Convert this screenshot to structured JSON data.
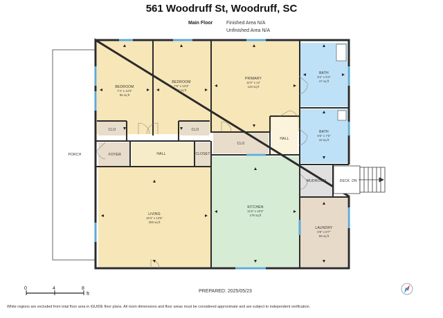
{
  "header": {
    "title": "561 Woodruff St, Woodruff, SC",
    "floor_label": "Main Floor",
    "finished_area": "Finished Area N/A",
    "unfinished_area": "Unfinished Area N/A"
  },
  "rooms": {
    "bedroom1": {
      "name": "BEDROOM",
      "dims": "7'4\" x 13'3\"",
      "area": "96 sq ft"
    },
    "bedroom2": {
      "name": "BEDROOM",
      "dims": "7'6\" x 13'3\"",
      "area": "97 sq ft"
    },
    "primary": {
      "name": "PRIMARY",
      "dims": "11'0\" x 12'",
      "area": "133 sq ft"
    },
    "bath1": {
      "name": "BATH",
      "dims": "6'2\" x 9'3\"",
      "area": "47 sq ft"
    },
    "bath2": {
      "name": "BATH",
      "dims": "6'5\" x 7'6\"",
      "area": "43 sq ft"
    },
    "closet_b1": {
      "name": "CLO"
    },
    "closet_b2": {
      "name": "CLO"
    },
    "closet_primary": {
      "name": "CLO"
    },
    "hall1": {
      "name": "HALL"
    },
    "hall2": {
      "name": "HALL"
    },
    "foyer": {
      "name": "FOYER"
    },
    "closet_hall": {
      "name": "CLOSET"
    },
    "porch": {
      "name": "PORCH"
    },
    "living": {
      "name": "LIVING",
      "dims": "15'3\" x 13'6\"",
      "area": "206 sq ft"
    },
    "kitchen": {
      "name": "KITCHEN",
      "dims": "11'6\" x 15'3\"",
      "area": "176 sq ft"
    },
    "mudroom": {
      "name": "MUDROOM"
    },
    "deck": {
      "name": "DECK"
    },
    "laundry": {
      "name": "LAUNDRY",
      "dims": "6'9\" x 8'7\"",
      "area": "59 sq ft"
    }
  },
  "stairs": {
    "label": "DN"
  },
  "scale": {
    "ticks": [
      "0",
      "4",
      "8"
    ],
    "unit": "ft"
  },
  "prepared": "PREPARED:  2025/05/23",
  "disclaimer": "White regions are excluded from total floor area in iGUIDE floor plans. All room dimensions and floor areas must be considered approximate and are subject to independent verification.",
  "colors": {
    "bedroom": "#f7e6b7",
    "bath": "#bfe1f7",
    "kitchen": "#d6ecd4",
    "living": "#f7e6b7",
    "laundry": "#e8dac8",
    "closet": "#e8dccb",
    "wall": "#2b2b2b",
    "window": "#5fa8d3"
  },
  "icons": {
    "compass": "compass-icon"
  }
}
